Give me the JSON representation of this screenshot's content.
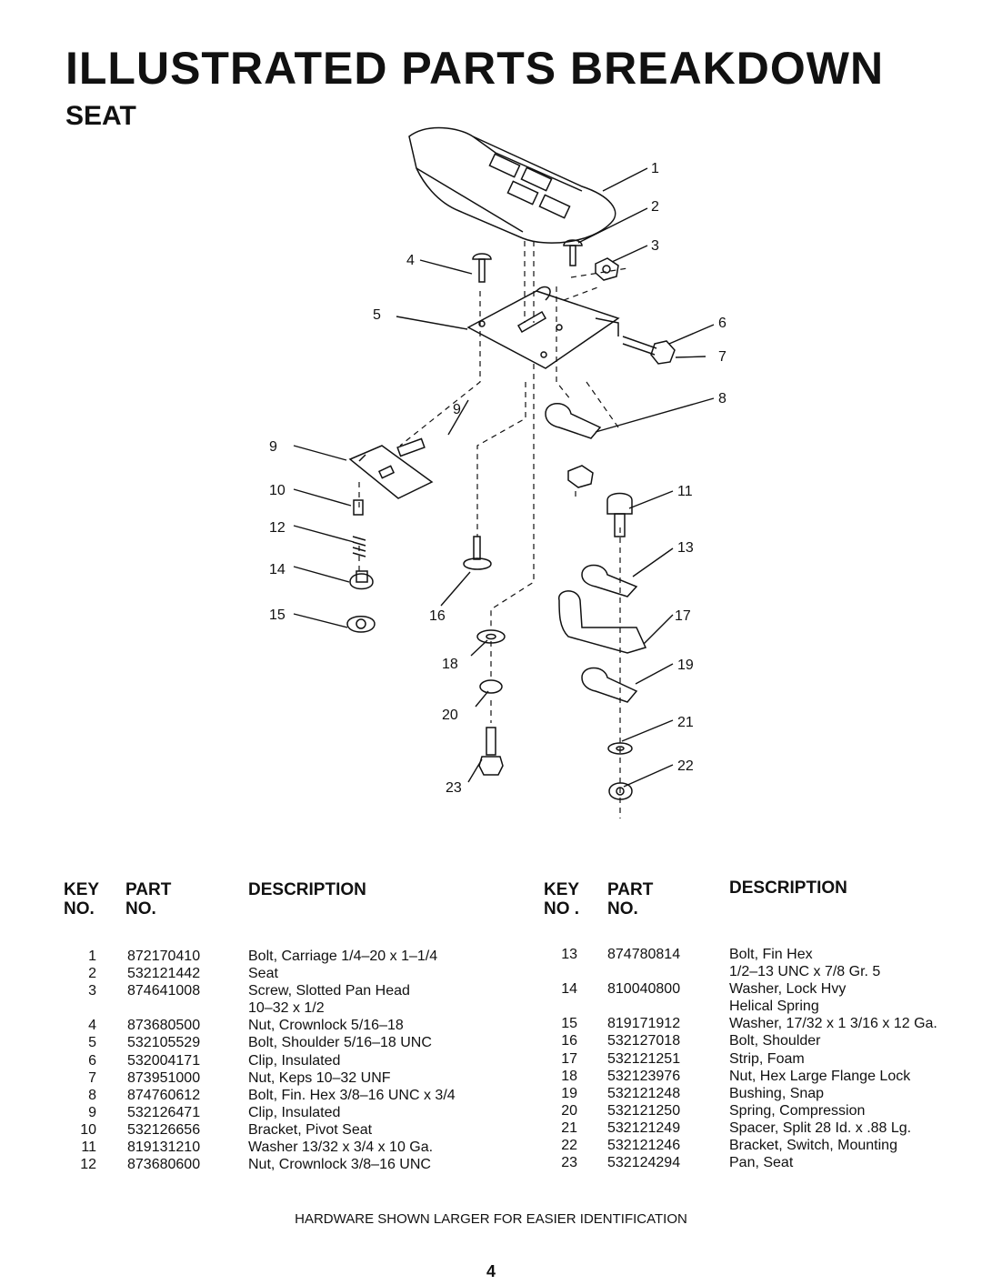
{
  "page": {
    "title": "ILLUSTRATED PARTS BREAKDOWN",
    "subtitle": "SEAT",
    "footer_note": "HARDWARE SHOWN LARGER FOR EASIER IDENTIFICATION",
    "page_number": "4"
  },
  "table_headers": {
    "key_no": [
      "KEY",
      "NO."
    ],
    "part_no": [
      "PART",
      "NO."
    ],
    "description": "DESCRIPTION",
    "right_key_no": [
      "KEY",
      "NO ."
    ],
    "right_part_no": [
      "PART",
      "NO."
    ],
    "right_description": "DESCRIPTION"
  },
  "diagram_callouts": [
    "1",
    "2",
    "3",
    "4",
    "5",
    "6",
    "7",
    "8",
    "9",
    "9",
    "10",
    "11",
    "12",
    "13",
    "14",
    "15",
    "16",
    "17",
    "18",
    "19",
    "20",
    "21",
    "22",
    "23"
  ],
  "left_rows": [
    {
      "key": "1",
      "part": "872170410",
      "desc": "Bolt, Carriage 1/4–20 x 1–1/4"
    },
    {
      "key": "2",
      "part": "532121442",
      "desc": "Seat"
    },
    {
      "key": "3",
      "part": "874641008",
      "desc": "Screw, Slotted Pan Head"
    },
    {
      "key": "",
      "part": "",
      "desc": "10–32 x 1/2"
    },
    {
      "key": "4",
      "part": "873680500",
      "desc": "Nut, Crownlock 5/16–18"
    },
    {
      "key": "5",
      "part": "532105529",
      "desc": "Bolt, Shoulder  5/16–18 UNC"
    },
    {
      "key": "6",
      "part": "532004171",
      "desc": "Clip, Insulated"
    },
    {
      "key": "7",
      "part": "873951000",
      "desc": "Nut, Keps  10–32 UNF"
    },
    {
      "key": "8",
      "part": "874760612",
      "desc": "Bolt, Fin. Hex 3/8–16 UNC x 3/4"
    },
    {
      "key": "9",
      "part": "532126471",
      "desc": "Clip, Insulated"
    },
    {
      "key": "10",
      "part": "532126656",
      "desc": "Bracket, Pivot Seat"
    },
    {
      "key": "11",
      "part": "819131210",
      "desc": "Washer 13/32 x 3/4 x 10 Ga."
    },
    {
      "key": "12",
      "part": "873680600",
      "desc": "Nut, Crownlock 3/8–16 UNC"
    }
  ],
  "right_rows": [
    {
      "key": "13",
      "part": "874780814",
      "desc": "Bolt, Fin Hex"
    },
    {
      "key": "",
      "part": "",
      "desc": "1/2–13 UNC x 7/8 Gr.  5"
    },
    {
      "key": "14",
      "part": "810040800",
      "desc": "Washer, Lock Hvy"
    },
    {
      "key": "",
      "part": "",
      "desc": "Helical Spring"
    },
    {
      "key": "15",
      "part": "819171912",
      "desc": "Washer, 17/32 x 1 3/16 x 12 Ga."
    },
    {
      "key": "16",
      "part": "532127018",
      "desc": "Bolt, Shoulder"
    },
    {
      "key": "17",
      "part": "532121251",
      "desc": "Strip, Foam"
    },
    {
      "key": "18",
      "part": "532123976",
      "desc": "Nut, Hex Large Flange Lock"
    },
    {
      "key": "19",
      "part": "532121248",
      "desc": "Bushing, Snap"
    },
    {
      "key": "20",
      "part": "532121250",
      "desc": "Spring, Compression"
    },
    {
      "key": "21",
      "part": "532121249",
      "desc": "Spacer, Split  28 Id. x .88 Lg."
    },
    {
      "key": "22",
      "part": "532121246",
      "desc": "Bracket, Switch, Mounting"
    },
    {
      "key": "23",
      "part": "532124294",
      "desc": "Pan, Seat"
    }
  ]
}
